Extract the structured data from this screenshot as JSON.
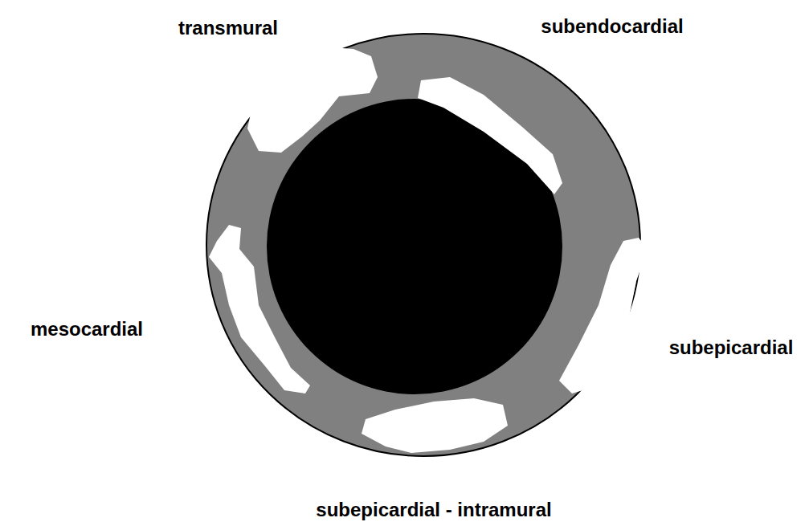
{
  "diagram": {
    "labels": [
      "transmural",
      "subendocardial",
      "mesocardial",
      "subepicardial",
      "subepicardial - intramural"
    ]
  }
}
